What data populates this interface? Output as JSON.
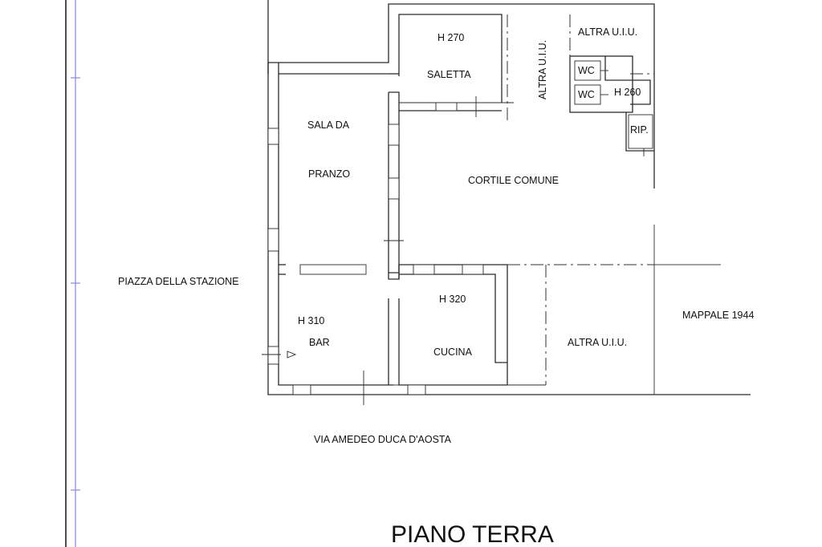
{
  "title": "PIANO TERRA",
  "street_labels": {
    "west": "PIAZZA DELLA STAZIONE",
    "south": "VIA AMEDEO DUCA D'AOSTA",
    "east": "MAPPALE 1944"
  },
  "rooms": {
    "saletta_height": "H 270",
    "saletta": "SALETTA",
    "altra_uiu_vertical": "ALTRA U.I.U.",
    "altra_uiu_top": "ALTRA U.I.U.",
    "wc_1": "WC",
    "wc_2": "WC",
    "h260": "H 260",
    "rip": "RIP.",
    "sala_line1": "SALA DA",
    "sala_line2": "PRANZO",
    "cortile": "CORTILE COMUNE",
    "cucina_height": "H 320",
    "cucina": "CUCINA",
    "bar_height": "H 310",
    "bar": "BAR",
    "altra_uiu_bottom": "ALTRA U.I.U."
  }
}
